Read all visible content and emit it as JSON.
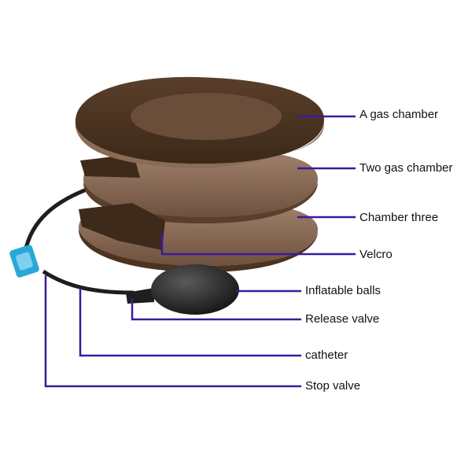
{
  "colors": {
    "leader": "#3a1a9c",
    "pillow_dark": "#4a3320",
    "pillow_mid": "#7a5b47",
    "pillow_light": "#a88a76",
    "velcro": "#3e2a1a",
    "bulb": "#2a2a2a",
    "tube": "#1e1e1e",
    "valve": "#29a8d8"
  },
  "labels": [
    {
      "id": "a-gas-chamber",
      "text": "A gas chamber"
    },
    {
      "id": "two-gas-chamber",
      "text": "Two gas chamber"
    },
    {
      "id": "chamber-three",
      "text": "Chamber three"
    },
    {
      "id": "velcro",
      "text": "Velcro"
    },
    {
      "id": "inflatable-balls",
      "text": "Inflatable balls"
    },
    {
      "id": "release-valve",
      "text": "Release valve"
    },
    {
      "id": "catheter",
      "text": "catheter"
    },
    {
      "id": "stop-valve",
      "text": "Stop valve"
    }
  ]
}
